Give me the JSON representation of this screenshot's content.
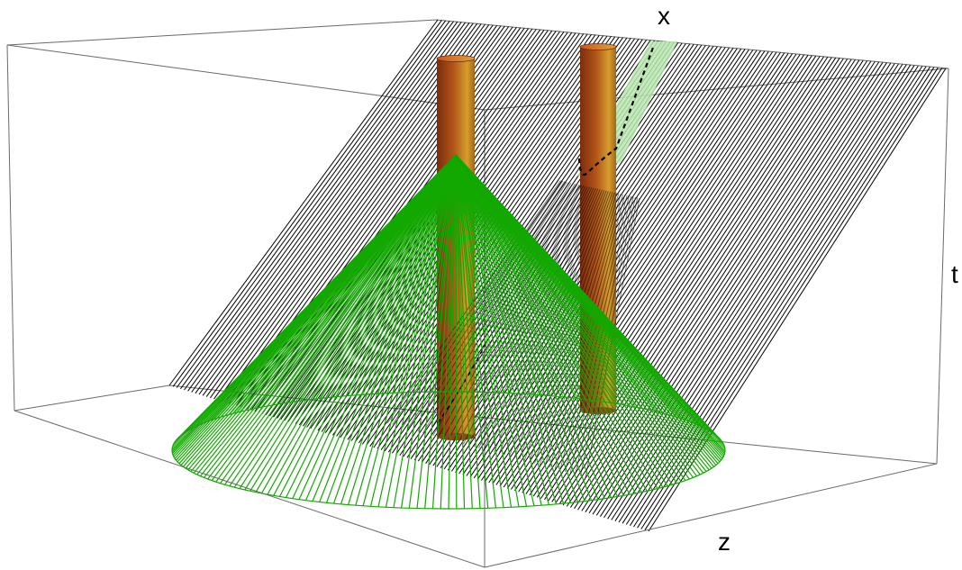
{
  "axes": {
    "x_label": "x",
    "t_label": "t",
    "z_label": "z"
  },
  "colors": {
    "box_edge": "#555555",
    "rays_black": "#000000",
    "cone_green": "#13a800",
    "cone_fill": "#b9e8b0",
    "cylinder_dark": "#8a3a10",
    "cylinder_light": "#d29a2a",
    "background": "#ffffff"
  },
  "elements": {
    "cylinders": [
      "cylinder",
      "cylinder"
    ],
    "dashed_curve": "black-dashed-caustic",
    "highlight_strip": "green-shaded-strip"
  }
}
